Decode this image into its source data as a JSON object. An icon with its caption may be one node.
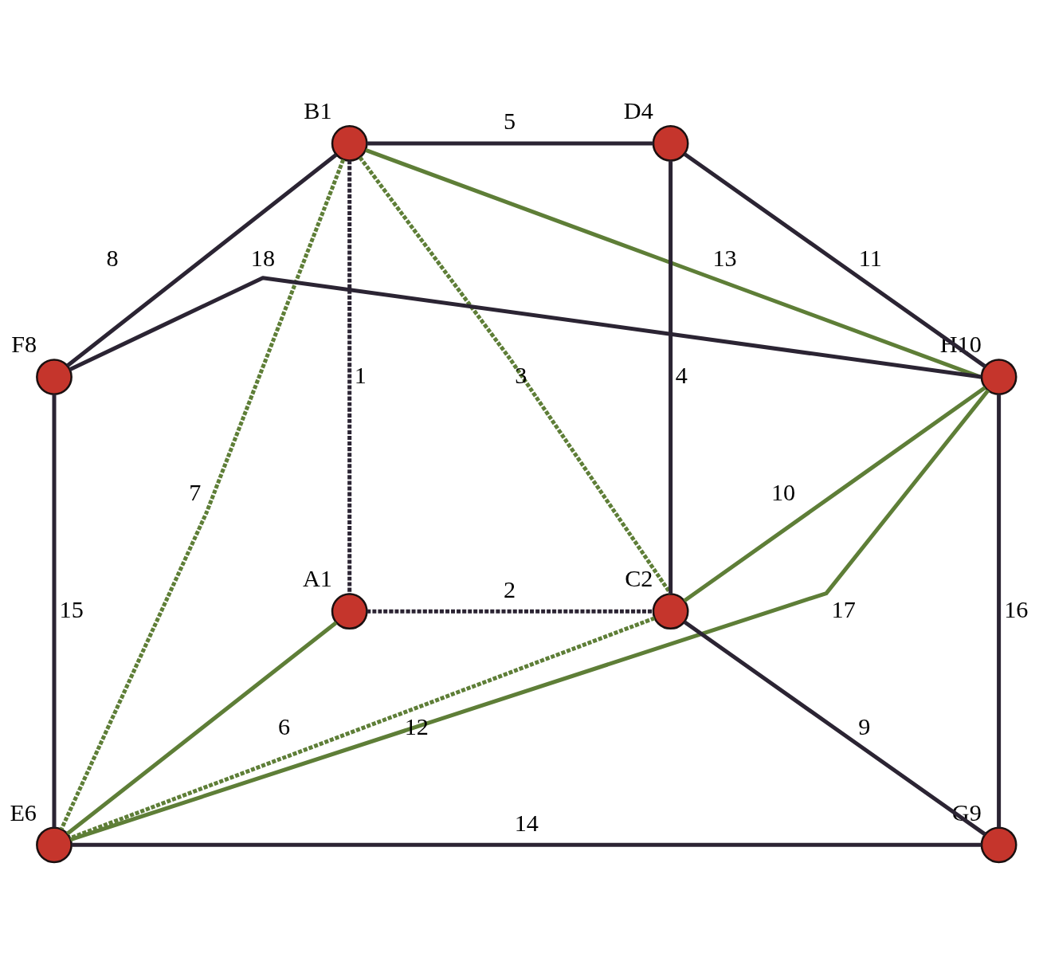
{
  "diagram": {
    "nodes": [
      {
        "text": [],
        "shape": "circle",
        "beside": [
          "B1"
        ]
      },
      {
        "text": [],
        "shape": "circle",
        "beside": [
          "D4"
        ]
      },
      {
        "text": [],
        "shape": "circle",
        "beside": [
          "F8"
        ]
      },
      {
        "text": [],
        "shape": "circle",
        "beside": [
          "H10"
        ]
      },
      {
        "text": [],
        "shape": "circle",
        "beside": [
          "A1"
        ]
      },
      {
        "text": [],
        "shape": "circle",
        "beside": [
          "C2"
        ]
      },
      {
        "text": [],
        "shape": "circle",
        "beside": [
          "E6"
        ]
      },
      {
        "text": [],
        "shape": "circle",
        "beside": [
          "G9"
        ]
      }
    ],
    "edges": [
      {
        "from": 0,
        "to": 4,
        "arrow": "none",
        "label": "1",
        "style": "dashed"
      },
      {
        "from": 4,
        "to": 5,
        "arrow": "none",
        "label": "2",
        "style": "dashed"
      },
      {
        "from": 0,
        "to": 5,
        "arrow": "none",
        "label": "3",
        "style": "dashed",
        "color": "#5e7e37"
      },
      {
        "from": 1,
        "to": 5,
        "arrow": "none",
        "label": "4"
      },
      {
        "from": 0,
        "to": 1,
        "arrow": "none",
        "label": "5"
      },
      {
        "from": 4,
        "to": 6,
        "arrow": "none",
        "label": "6",
        "color": "#5e7e37"
      },
      {
        "from": 0,
        "to": 6,
        "arrow": "none",
        "label": "7",
        "style": "dashed",
        "color": "#5e7e37"
      },
      {
        "from": 0,
        "to": 2,
        "arrow": "none",
        "label": "8"
      },
      {
        "from": 5,
        "to": 7,
        "arrow": "none",
        "label": "9"
      },
      {
        "from": 3,
        "to": 5,
        "arrow": "none",
        "label": "10",
        "color": "#5e7e37"
      },
      {
        "from": 1,
        "to": 3,
        "arrow": "none",
        "label": "11"
      },
      {
        "from": 5,
        "to": 6,
        "arrow": "none",
        "label": "12",
        "style": "dashed",
        "color": "#5e7e37"
      },
      {
        "from": 0,
        "to": 3,
        "arrow": "none",
        "label": "13",
        "color": "#5e7e37"
      },
      {
        "from": 6,
        "to": 7,
        "arrow": "none",
        "label": "14"
      },
      {
        "from": 2,
        "to": 6,
        "arrow": "none",
        "label": "15"
      },
      {
        "from": 3,
        "to": 7,
        "arrow": "none",
        "label": "16"
      },
      {
        "from": 3,
        "to": 6,
        "arrow": "none",
        "label": "17",
        "color": "#5e7e37"
      },
      {
        "from": 2,
        "to": 3,
        "arrow": "none",
        "label": "18"
      }
    ]
  }
}
